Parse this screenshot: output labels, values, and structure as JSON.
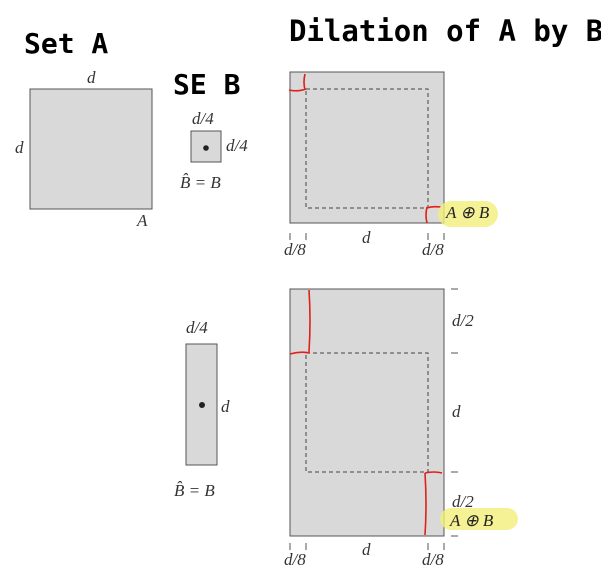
{
  "titles": {
    "set_a": "Set A",
    "se_b": "SE B",
    "dilation": "Dilation of A by B"
  },
  "set_a": {
    "top_label": "d",
    "side_label": "d",
    "corner_label": "A"
  },
  "se_small": {
    "top_label": "d/4",
    "side_label": "d/4",
    "reflection_label": "B̂ = B"
  },
  "se_tall": {
    "top_label": "d/4",
    "side_label": "d",
    "reflection_label": "B̂ = B"
  },
  "result_top": {
    "result_label": "A ⊕ B",
    "bottom_left_label": "d/8",
    "bottom_mid_label": "d",
    "bottom_right_label": "d/8"
  },
  "result_bottom": {
    "right_top_label": "d/2",
    "right_mid_label": "d",
    "right_bottom_label": "d/2",
    "result_label": "A ⊕ B",
    "bottom_left_label": "d/8",
    "bottom_mid_label": "d",
    "bottom_right_label": "d/8"
  },
  "colors": {
    "fill": "#d9d9d9",
    "stroke": "#555555",
    "annotation_red": "#e0201a",
    "highlight": "#f2ee7a"
  }
}
